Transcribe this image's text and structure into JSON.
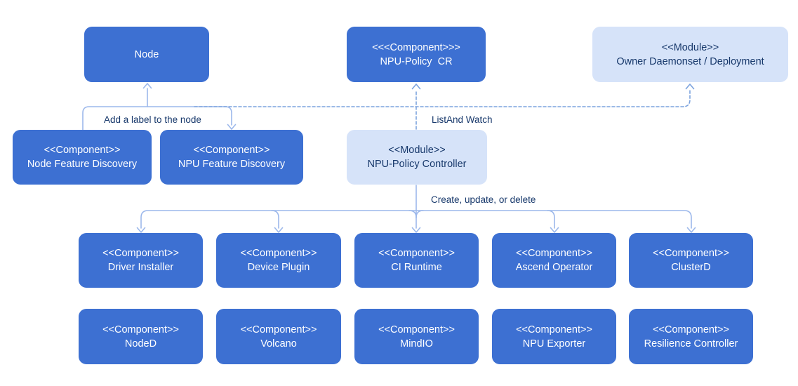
{
  "diagram": {
    "background": "#ffffff",
    "colors": {
      "component_fill": "#3D70D2",
      "component_text": "#FFFFFF",
      "module_fill": "#D6E3F9",
      "module_text": "#17386B",
      "connector_solid": "#9CB8EB",
      "connector_dashed": "#7CA3DE",
      "label_text": "#17386B"
    },
    "edge_labels": {
      "add_label": "Add a label to the node",
      "list_and_watch": "ListAnd Watch",
      "create_update_delete": "Create, update, or delete"
    },
    "nodes": [
      {
        "stereotype": "",
        "name": "Node",
        "kind": "component"
      },
      {
        "stereotype": "<<<Component>>>",
        "name": "NPU-Policy  CR",
        "kind": "component"
      },
      {
        "stereotype": "<<Module>>",
        "name": "Owner Daemonset / Deployment",
        "kind": "module"
      },
      {
        "stereotype": "<<Component>>",
        "name": "Node Feature Discovery",
        "kind": "component"
      },
      {
        "stereotype": "<<Component>>",
        "name": "NPU Feature Discovery",
        "kind": "component"
      },
      {
        "stereotype": "<<Module>>",
        "name": "NPU-Policy Controller",
        "kind": "module"
      },
      {
        "stereotype": "<<Component>>",
        "name": "Driver Installer",
        "kind": "component"
      },
      {
        "stereotype": "<<Component>>",
        "name": "Device Plugin",
        "kind": "component"
      },
      {
        "stereotype": "<<Component>>",
        "name": "CI Runtime",
        "kind": "component"
      },
      {
        "stereotype": "<<Component>>",
        "name": "Ascend Operator",
        "kind": "component"
      },
      {
        "stereotype": "<<Component>>",
        "name": "ClusterD",
        "kind": "component"
      },
      {
        "stereotype": "<<Component>>",
        "name": "NodeD",
        "kind": "component"
      },
      {
        "stereotype": "<<Component>>",
        "name": "Volcano",
        "kind": "component"
      },
      {
        "stereotype": "<<Component>>",
        "name": "MindIO",
        "kind": "component"
      },
      {
        "stereotype": "<<Component>>",
        "name": "NPU Exporter",
        "kind": "component"
      },
      {
        "stereotype": "<<Component>>",
        "name": "Resilience Controller",
        "kind": "component"
      }
    ]
  }
}
